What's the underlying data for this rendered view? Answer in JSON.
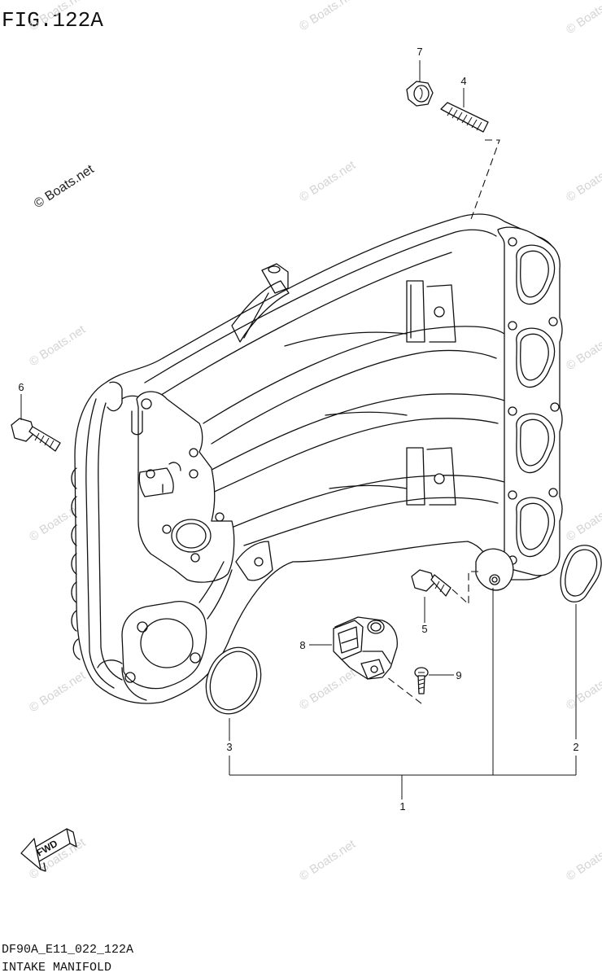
{
  "figure": {
    "title": "FIG.122A",
    "code": "DF90A_E11_022_122A",
    "name": "INTAKE MANIFOLD"
  },
  "watermark": {
    "text": "© Boats.net"
  },
  "direction_arrow": {
    "label": "FWD"
  },
  "callouts": [
    "1",
    "2",
    "3",
    "4",
    "5",
    "6",
    "7",
    "8",
    "9"
  ]
}
